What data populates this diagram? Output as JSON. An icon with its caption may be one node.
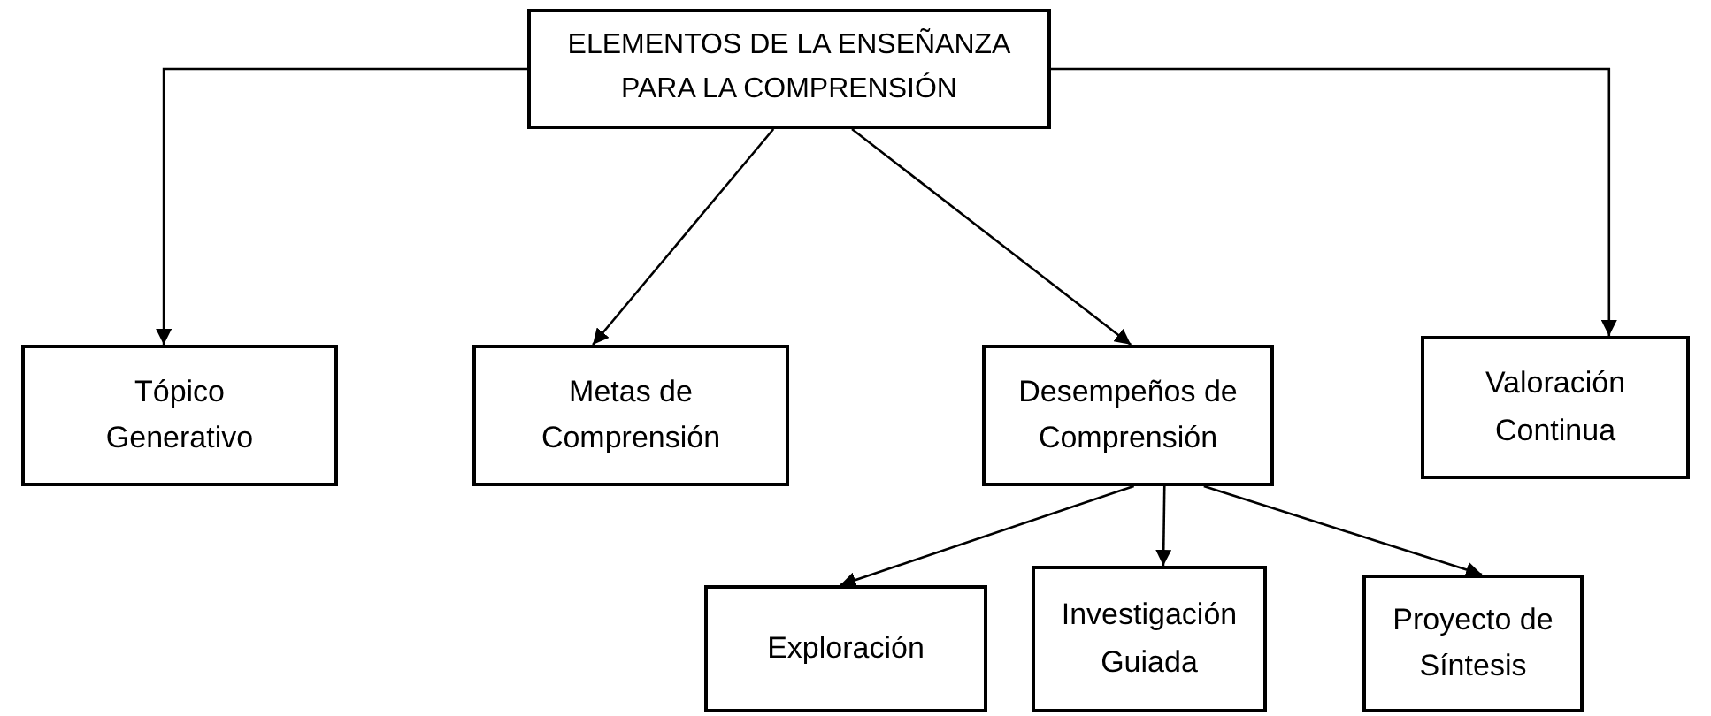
{
  "diagram": {
    "nodes": [
      {
        "text": [
          "ELEMENTOS DE LA ENSEÑANZA PARA LA COMPRENSIÓN"
        ]
      },
      {
        "text": [
          "Tópico Generativo"
        ]
      },
      {
        "text": [
          "Metas de Comprensión"
        ]
      },
      {
        "text": [
          "Desempeños de Comprensión"
        ]
      },
      {
        "text": [
          "Valoración Continua"
        ]
      },
      {
        "text": [
          "Exploración"
        ]
      },
      {
        "text": [
          "Investigación Guiada"
        ]
      },
      {
        "text": [
          "Proyecto de Síntesis"
        ]
      }
    ],
    "edges": [
      {
        "from": 0,
        "to": 1,
        "arrow": "to"
      },
      {
        "from": 0,
        "to": 2,
        "arrow": "to"
      },
      {
        "from": 0,
        "to": 3,
        "arrow": "to"
      },
      {
        "from": 0,
        "to": 4,
        "arrow": "to"
      },
      {
        "from": 3,
        "to": 5,
        "arrow": "to"
      },
      {
        "from": 3,
        "to": 6,
        "arrow": "to"
      },
      {
        "from": 3,
        "to": 7,
        "arrow": "to"
      }
    ]
  }
}
